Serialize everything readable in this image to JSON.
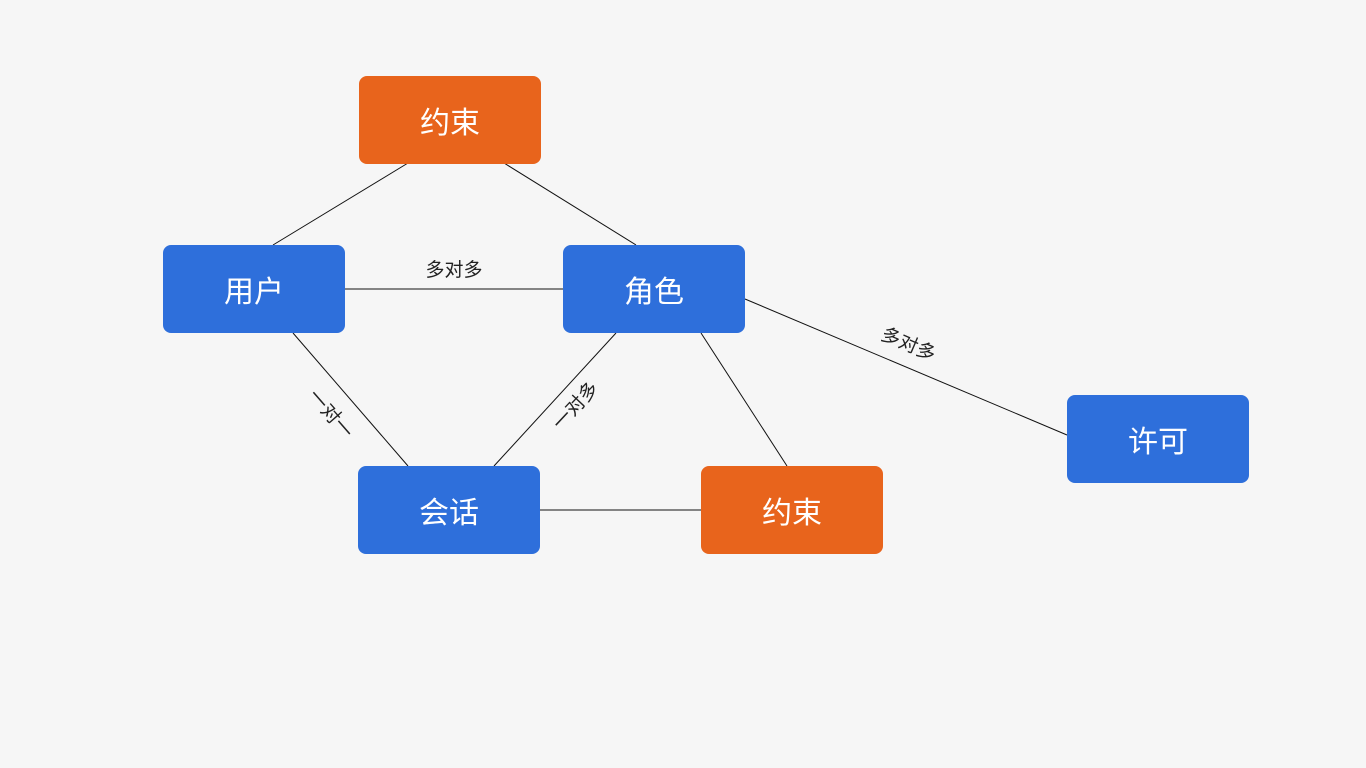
{
  "nodes": {
    "constraint_top": {
      "label": "约束",
      "color": "#e8641c"
    },
    "user": {
      "label": "用户",
      "color": "#2e6fdb"
    },
    "role": {
      "label": "角色",
      "color": "#2e6fdb"
    },
    "session": {
      "label": "会话",
      "color": "#2e6fdb"
    },
    "constraint_bottom": {
      "label": "约束",
      "color": "#e8641c"
    },
    "permission": {
      "label": "许可",
      "color": "#2e6fdb"
    }
  },
  "edges": {
    "user_role": {
      "from": "用户",
      "to": "角色",
      "label": "多对多"
    },
    "role_permission": {
      "from": "角色",
      "to": "许可",
      "label": "多对多"
    },
    "user_session": {
      "from": "用户",
      "to": "会话",
      "label": "一对一"
    },
    "role_session": {
      "from": "角色",
      "to": "会话",
      "label": "一对多"
    },
    "constraint_user": {
      "from": "约束",
      "to": "用户"
    },
    "constraint_role": {
      "from": "约束",
      "to": "角色"
    },
    "role_constraint": {
      "from": "角色",
      "to": "约束"
    },
    "session_constraint": {
      "from": "会话",
      "to": "约束"
    }
  }
}
